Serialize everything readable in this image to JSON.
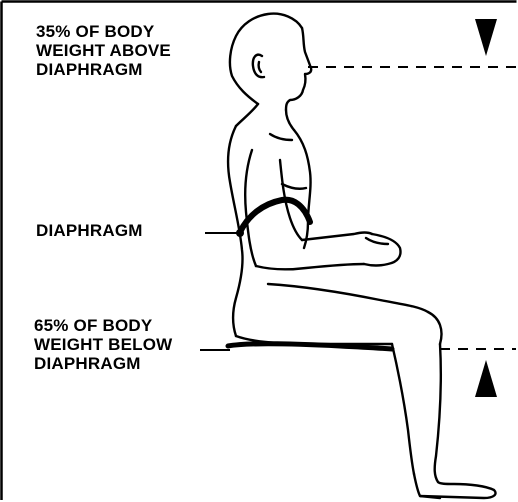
{
  "labels": {
    "above": {
      "lines": [
        "35% OF BODY",
        "WEIGHT ABOVE",
        "DIAPHRAGM"
      ]
    },
    "diaphragm": "DIAPHRAGM",
    "below": {
      "lines": [
        "65% OF BODY",
        "WEIGHT BELOW",
        "DIAPHRAGM"
      ]
    }
  },
  "colors": {
    "ink": "#000000",
    "background": "#ffffff"
  },
  "icons": {
    "top_marker": "down-arrowhead-icon",
    "bottom_marker": "up-arrowhead-icon"
  }
}
